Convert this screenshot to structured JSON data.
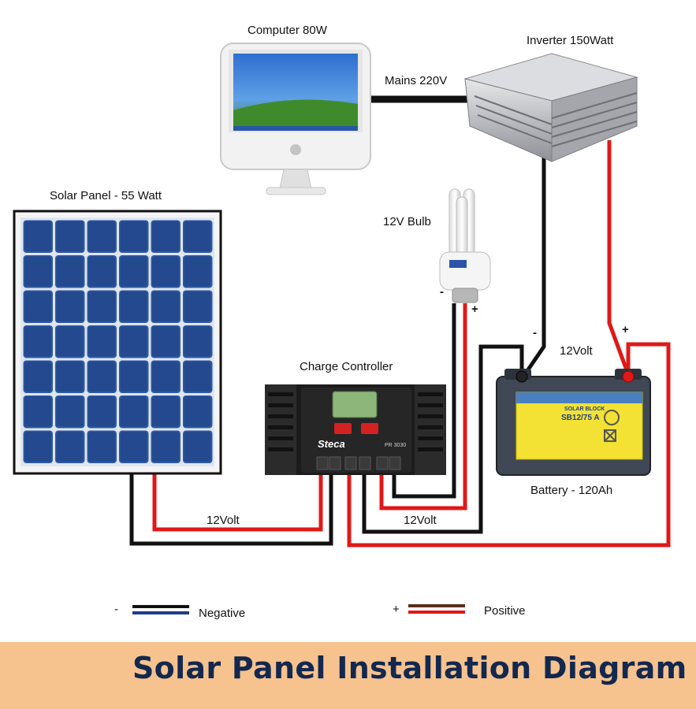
{
  "labels": {
    "computer": "Computer 80W",
    "inverter": "Inverter 150Watt",
    "mains": "Mains 220V",
    "solar_panel": "Solar Panel  - 55 Watt",
    "bulb": "12V Bulb",
    "charge_controller": "Charge Controller",
    "battery_voltage": "12Volt",
    "battery": "Battery - 120Ah",
    "panel_wire_voltage": "12Volt",
    "battery_wire_voltage": "12Volt",
    "bulb_minus": "-",
    "bulb_plus": "+",
    "battery_minus": "-",
    "battery_plus": "+"
  },
  "device_text": {
    "controller_brand": "Steca",
    "controller_model": "PR 3030",
    "battery_brand": "SOLAR BLOCK",
    "battery_model": "SB12/75 A"
  },
  "legend": {
    "negative_symbol": "-",
    "negative_label": "Negative",
    "positive_symbol": "+",
    "positive_label": "Positive"
  },
  "title": "Solar Panel Installation Diagram",
  "colors": {
    "positive_wire": "#e01818",
    "negative_wire": "#111111",
    "title_bar": "#f6c28e",
    "title_text": "#13284f",
    "panel_cell": "#2a4f9c",
    "battery_label": "#f3e233"
  }
}
